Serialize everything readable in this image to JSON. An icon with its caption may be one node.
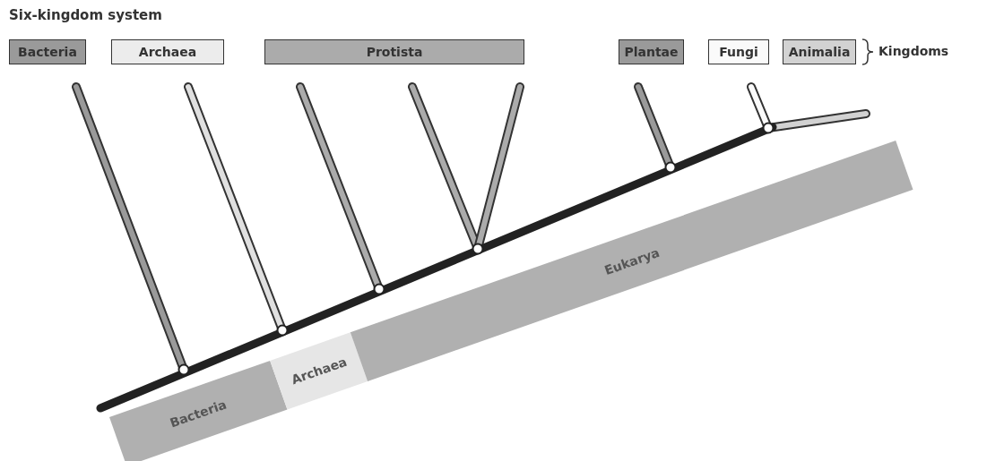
{
  "diagram": {
    "title": "Six-kingdom system",
    "nodes": [
      {
        "text": [
          "Bacteria"
        ]
      },
      {
        "text": [
          "Archaea"
        ]
      },
      {
        "text": [
          "Protista"
        ]
      },
      {
        "text": [
          "Plantae"
        ]
      },
      {
        "text": [
          "Fungi"
        ]
      },
      {
        "text": [
          "Animalia"
        ]
      },
      {
        "text": [
          "Bacteria"
        ]
      },
      {
        "text": [
          "Archaea"
        ]
      },
      {
        "text": [
          "Eukarya"
        ]
      }
    ],
    "labels": [
      "Kingdoms"
    ]
  }
}
